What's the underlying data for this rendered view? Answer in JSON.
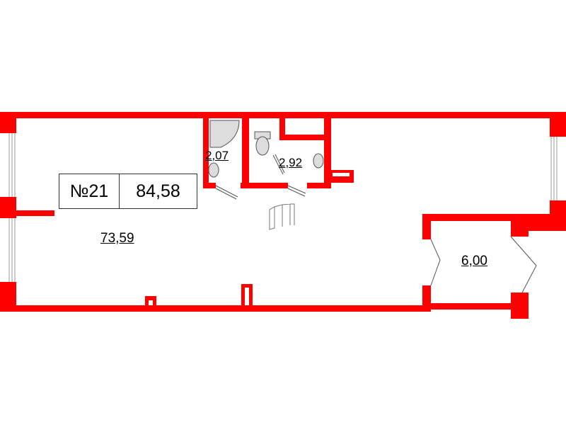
{
  "plan": {
    "wall_color": "#ff0000",
    "apartment_number": "№21",
    "total_area": "84,58",
    "rooms": [
      {
        "name": "main-room",
        "area": "73,59"
      },
      {
        "name": "bathroom",
        "area": "2,07"
      },
      {
        "name": "toilet-room",
        "area": "2,92"
      },
      {
        "name": "vestibule",
        "area": "6,00"
      }
    ],
    "stairs_icon": "stairs-icon"
  }
}
